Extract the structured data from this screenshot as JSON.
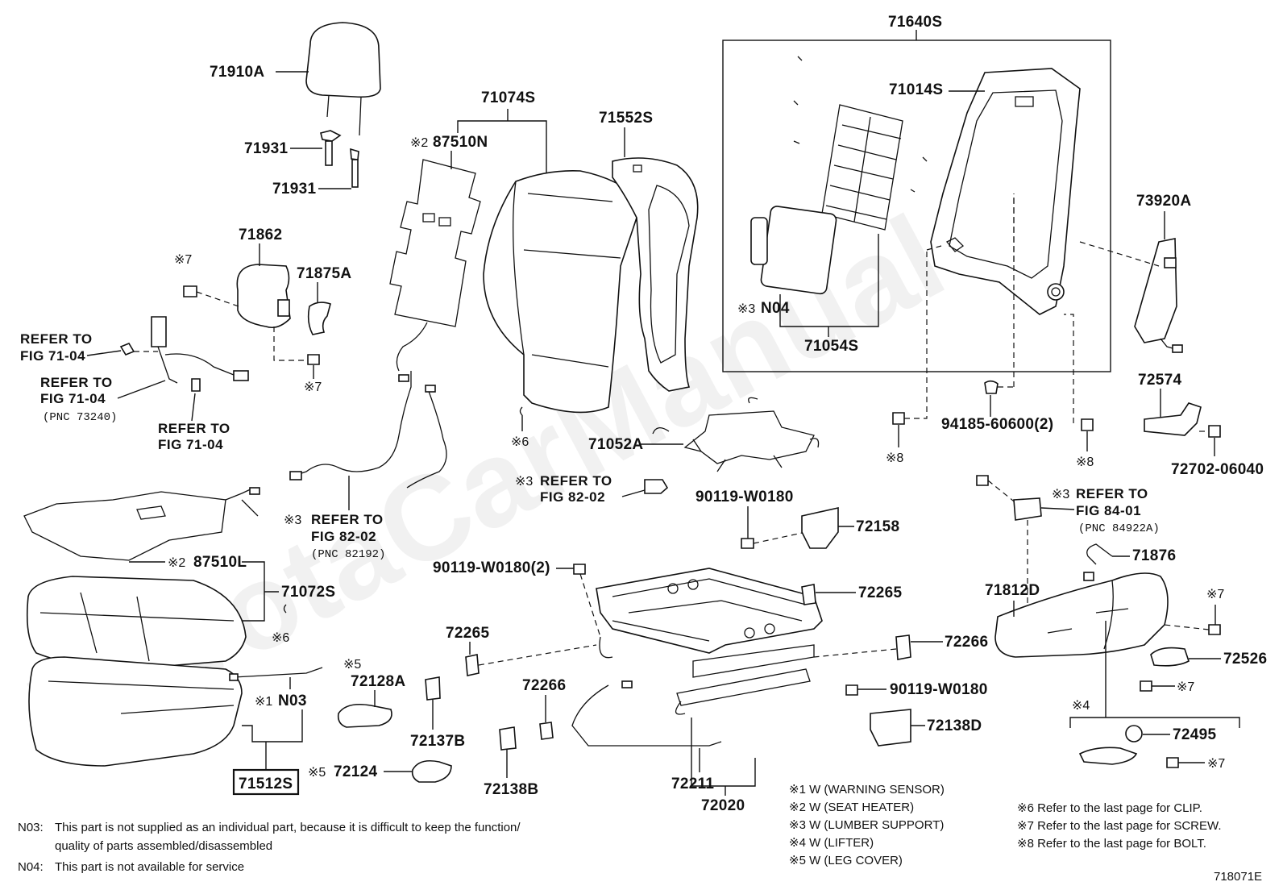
{
  "watermark": "ToyotaCarManual",
  "group_title": "71640S",
  "footer_code": "718071E",
  "labels": {
    "p71910A": "71910A",
    "p71931a": "71931",
    "p71931b": "71931",
    "p71862": "71862",
    "p71875A": "71875A",
    "p71074S": "71074S",
    "p87510N": "87510N",
    "p71552S": "71552S",
    "p71014S": "71014S",
    "pN04": "N04",
    "p71054S": "71054S",
    "p73920A": "73920A",
    "p72574": "72574",
    "p94185": "94185-60600(2)",
    "p72702": "72702-06040",
    "p71052A": "71052A",
    "p90119a": "90119-W0180",
    "p72158": "72158",
    "p90119b": "90119-W0180(2)",
    "p72265a": "72265",
    "p72265b": "72265",
    "p72266a": "72266",
    "p72266b": "72266",
    "p90119c": "90119-W0180",
    "p72138D": "72138D",
    "p72137B": "72137B",
    "p72138B": "72138B",
    "p72211": "72211",
    "p72020": "72020",
    "p87510L": "87510L",
    "p71072S": "71072S",
    "pN03": "N03",
    "p72128A": "72128A",
    "p72124": "72124",
    "p71512S": "71512S",
    "p71876": "71876",
    "p71812D": "71812D",
    "p72526": "72526",
    "p72495": "72495"
  },
  "marks": {
    "m2a": "※2",
    "m2b": "※2",
    "m3a": "※3",
    "m3b": "※3",
    "m3c": "※3",
    "m3d": "※3",
    "m7a": "※7",
    "m7b": "※7",
    "m7c": "※7",
    "m7d": "※7",
    "m7e": "※7",
    "m6a": "※6",
    "m6b": "※6",
    "m8a": "※8",
    "m8b": "※8",
    "m5a": "※5",
    "m5b": "※5",
    "m1": "※1",
    "m4": "※4"
  },
  "refs": {
    "r1_l1": "REFER TO",
    "r1_l2": "FIG 71-04",
    "r2_l1": "REFER TO",
    "r2_l2": "FIG 71-04",
    "r2_pnc": "(PNC 73240)",
    "r3_l1": "REFER TO",
    "r3_l2": "FIG 71-04",
    "r4_l1": "REFER TO",
    "r4_l2": "FIG 82-02",
    "r4_pnc": "(PNC 82192)",
    "r5_l1": "REFER TO",
    "r5_l2": "FIG 82-02",
    "r6_l1": "REFER TO",
    "r6_l2": "FIG 84-01",
    "r6_pnc": "(PNC 84922A)"
  },
  "legend_w": [
    "※1 W (WARNING  SENSOR)",
    "※2 W (SEAT  HEATER)",
    "※3 W (LUMBER  SUPPORT)",
    "※4 W (LIFTER)",
    "※5 W (LEG  COVER)"
  ],
  "legend_refer": [
    "※6 Refer to the last page for CLIP.",
    "※7 Refer to the last page for SCREW.",
    "※8 Refer to the last page for BOLT."
  ],
  "notes": {
    "n03_key": "N03:",
    "n03_l1": "This part is not supplied as an individual part, because it is difficult to keep the function/",
    "n03_l2": "quality of parts assembled/disassembled",
    "n04_key": "N04:",
    "n04_l1": "This part is not available for service"
  }
}
